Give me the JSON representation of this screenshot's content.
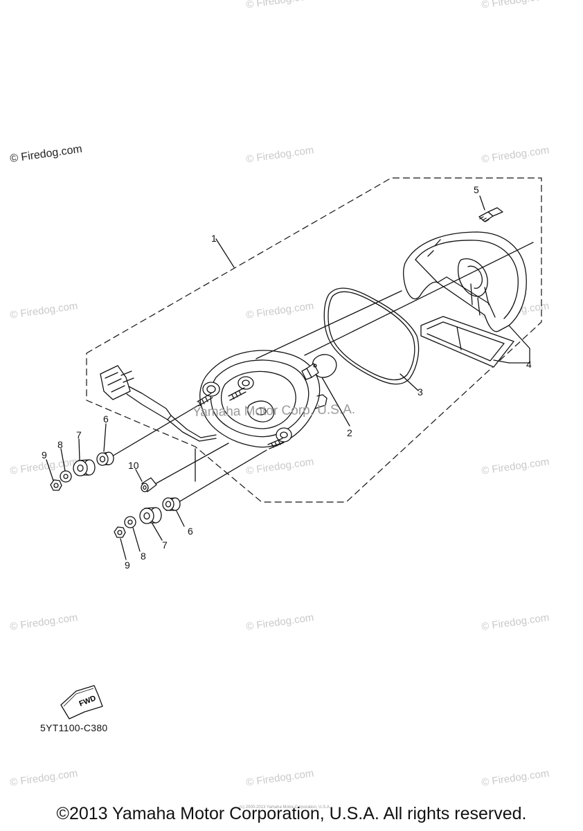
{
  "diagram": {
    "part_code": "5YT1100-C380",
    "fwd_label": "FWD",
    "overlay_text": "Yamaha Motor Corp, U.S.A.",
    "callouts": {
      "c1": "1",
      "c2": "2",
      "c3": "3",
      "c4": "4",
      "c5": "5",
      "c6a": "6",
      "c6b": "6",
      "c7a": "7",
      "c7b": "7",
      "c8a": "8",
      "c8b": "8",
      "c9a": "9",
      "c9b": "9",
      "c10": "10"
    }
  },
  "watermarks": {
    "main": "© Firedog.com",
    "faint": "© Firedog.com"
  },
  "footer": {
    "copyright": "©2013 Yamaha Motor Corporation, U.S.A. All rights reserved.",
    "fine_print": "(c) 2000-2013 Yamaha Motor Corporation, U.S.A."
  }
}
